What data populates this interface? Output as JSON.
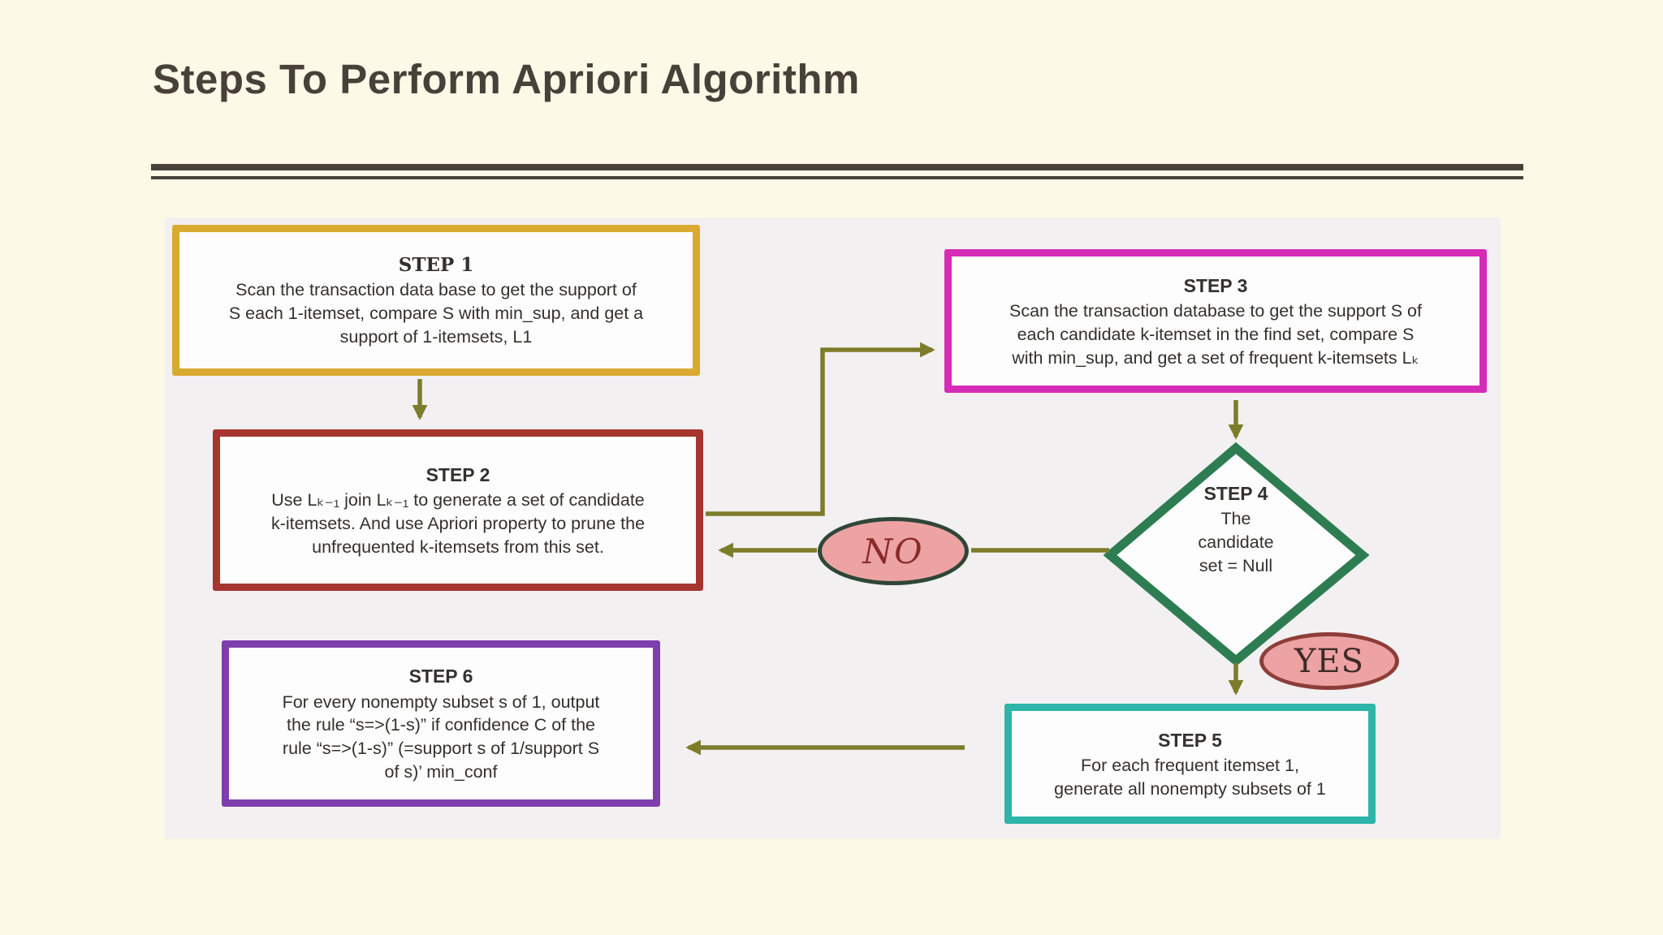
{
  "page": {
    "title": "Steps To Perform Apriori Algorithm",
    "background": "#fcf9e7",
    "title_color": "#48413a",
    "rule_color": "#48413a",
    "panel_background": "#f2f0f1"
  },
  "diagram": {
    "colors": {
      "arrow": "#7c7c2a",
      "box_fill": "#fdfdfd",
      "text": "#33312e",
      "decision_fill": "#eda3a3",
      "no_border": "#2f4638",
      "yes_border": "#8e3d38",
      "no_text": "#8b2a2a",
      "yes_text": "#3d2b28"
    },
    "steps": [
      {
        "heading": "STEP 1",
        "body": "Scan the transaction data base to get the support of\nS each 1-itemset, compare S with min_sup, and get a\nsupport of 1-itemsets, L1",
        "color": "#d9a930"
      },
      {
        "heading": "STEP 2",
        "body": "Use Lₖ₋₁ join Lₖ₋₁ to generate a set of candidate\nk-itemsets. And use Apriori property to prune the\nunfrequented k-itemsets from this set.",
        "color": "#a63530"
      },
      {
        "heading": "STEP 3",
        "body": "Scan the transaction database to get the support S of\neach candidate k-itemset in the find set, compare S\nwith min_sup, and get a set of frequent k-itemsets Lₖ",
        "color": "#d62bb6"
      },
      {
        "heading": "STEP 4",
        "body": "The\ncandidate\nset = Null",
        "color": "#2e7d52"
      },
      {
        "heading": "STEP 5",
        "body": "For each frequent itemset 1,\ngenerate all nonempty subsets of 1",
        "color": "#2cb5a8"
      },
      {
        "heading": "STEP 6",
        "body": "For every nonempty subset s of 1, output\nthe rule “s=>(1-s)” if confidence C of the\nrule “s=>(1-s)” (=support s of 1/support S\nof s)’ min_conf",
        "color": "#7e3fad"
      }
    ],
    "decisions": {
      "no": "NO",
      "yes": "YES"
    }
  }
}
